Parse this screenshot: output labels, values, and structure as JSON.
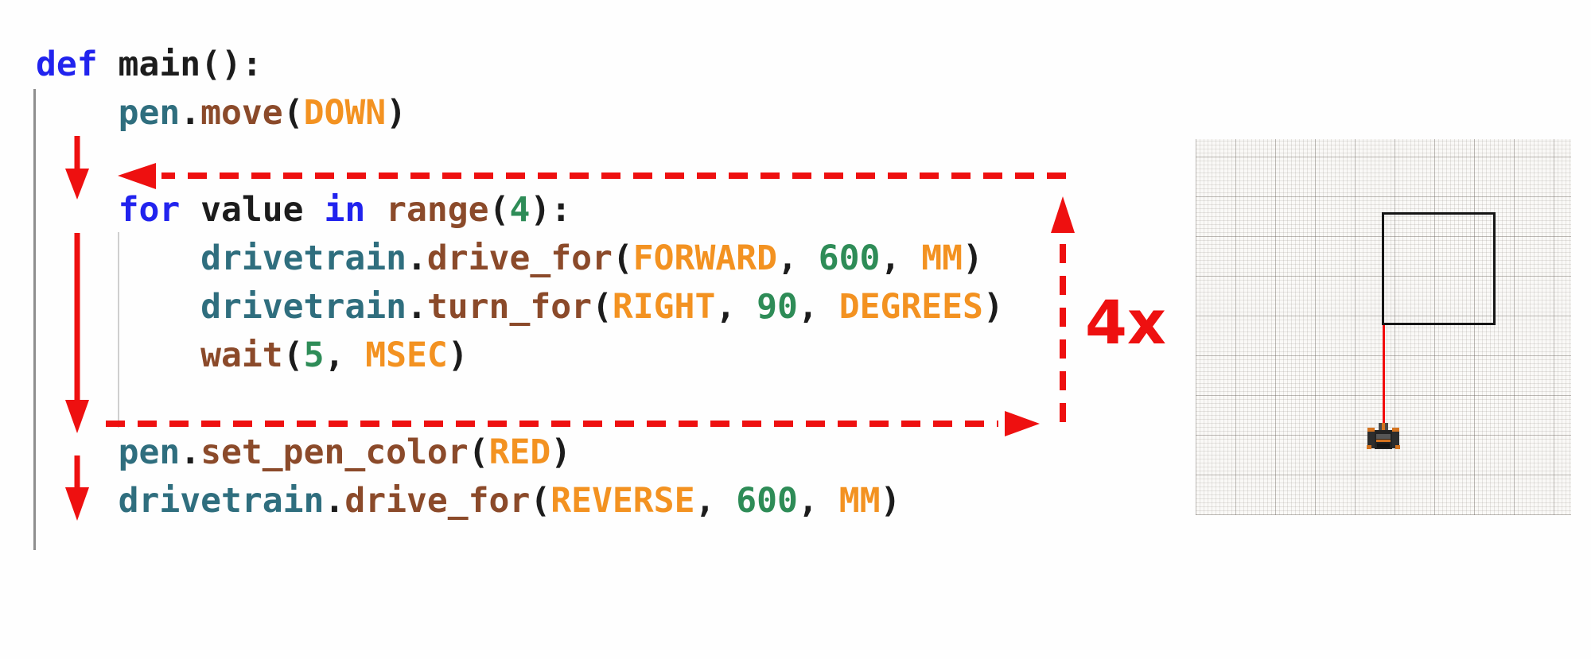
{
  "code": {
    "language": "python",
    "colors": {
      "keyword": "#2123ee",
      "object": "#2f6e7e",
      "function": "#8b4a2a",
      "constant": "#f39221",
      "number": "#2e8c57",
      "plain": "#1c1c1c"
    },
    "lines": [
      {
        "tokens": [
          {
            "t": "def",
            "c": "kw"
          },
          {
            "t": " main():",
            "c": "pl"
          }
        ]
      },
      {
        "tokens": [
          {
            "t": "    ",
            "c": "pl"
          },
          {
            "t": "pen",
            "c": "obj"
          },
          {
            "t": ".",
            "c": "pl"
          },
          {
            "t": "move",
            "c": "fn"
          },
          {
            "t": "(",
            "c": "pl"
          },
          {
            "t": "DOWN",
            "c": "const"
          },
          {
            "t": ")",
            "c": "pl"
          }
        ]
      },
      {
        "tokens": []
      },
      {
        "tokens": [
          {
            "t": "    ",
            "c": "pl"
          },
          {
            "t": "for",
            "c": "kw"
          },
          {
            "t": " value ",
            "c": "pl"
          },
          {
            "t": "in",
            "c": "kw"
          },
          {
            "t": " ",
            "c": "pl"
          },
          {
            "t": "range",
            "c": "fn"
          },
          {
            "t": "(",
            "c": "pl"
          },
          {
            "t": "4",
            "c": "num"
          },
          {
            "t": "):",
            "c": "pl"
          }
        ]
      },
      {
        "tokens": [
          {
            "t": "        ",
            "c": "pl"
          },
          {
            "t": "drivetrain",
            "c": "obj"
          },
          {
            "t": ".",
            "c": "pl"
          },
          {
            "t": "drive_for",
            "c": "fn"
          },
          {
            "t": "(",
            "c": "pl"
          },
          {
            "t": "FORWARD",
            "c": "const"
          },
          {
            "t": ", ",
            "c": "pl"
          },
          {
            "t": "600",
            "c": "num"
          },
          {
            "t": ", ",
            "c": "pl"
          },
          {
            "t": "MM",
            "c": "const"
          },
          {
            "t": ")",
            "c": "pl"
          }
        ]
      },
      {
        "tokens": [
          {
            "t": "        ",
            "c": "pl"
          },
          {
            "t": "drivetrain",
            "c": "obj"
          },
          {
            "t": ".",
            "c": "pl"
          },
          {
            "t": "turn_for",
            "c": "fn"
          },
          {
            "t": "(",
            "c": "pl"
          },
          {
            "t": "RIGHT",
            "c": "const"
          },
          {
            "t": ", ",
            "c": "pl"
          },
          {
            "t": "90",
            "c": "num"
          },
          {
            "t": ", ",
            "c": "pl"
          },
          {
            "t": "DEGREES",
            "c": "const"
          },
          {
            "t": ")",
            "c": "pl"
          }
        ]
      },
      {
        "tokens": [
          {
            "t": "        ",
            "c": "pl"
          },
          {
            "t": "wait",
            "c": "fn"
          },
          {
            "t": "(",
            "c": "pl"
          },
          {
            "t": "5",
            "c": "num"
          },
          {
            "t": ", ",
            "c": "pl"
          },
          {
            "t": "MSEC",
            "c": "const"
          },
          {
            "t": ")",
            "c": "pl"
          }
        ]
      },
      {
        "tokens": []
      },
      {
        "tokens": [
          {
            "t": "    ",
            "c": "pl"
          },
          {
            "t": "pen",
            "c": "obj"
          },
          {
            "t": ".",
            "c": "pl"
          },
          {
            "t": "set_pen_color",
            "c": "fn"
          },
          {
            "t": "(",
            "c": "pl"
          },
          {
            "t": "RED",
            "c": "const"
          },
          {
            "t": ")",
            "c": "pl"
          }
        ]
      },
      {
        "tokens": [
          {
            "t": "    ",
            "c": "pl"
          },
          {
            "t": "drivetrain",
            "c": "obj"
          },
          {
            "t": ".",
            "c": "pl"
          },
          {
            "t": "drive_for",
            "c": "fn"
          },
          {
            "t": "(",
            "c": "pl"
          },
          {
            "t": "REVERSE",
            "c": "const"
          },
          {
            "t": ", ",
            "c": "pl"
          },
          {
            "t": "600",
            "c": "num"
          },
          {
            "t": ", ",
            "c": "pl"
          },
          {
            "t": "MM",
            "c": "const"
          },
          {
            "t": ")",
            "c": "pl"
          }
        ]
      }
    ]
  },
  "annotations": {
    "loop_count_label": "4x",
    "arrow_color": "#ee1010"
  },
  "simulation": {
    "field_background": "#faf9f7",
    "square_outline_color": "#161616",
    "pen_trail_color": "#f20d0d",
    "robot_body_color": "#2d2d2d",
    "robot_accent_color": "#d4731f"
  }
}
